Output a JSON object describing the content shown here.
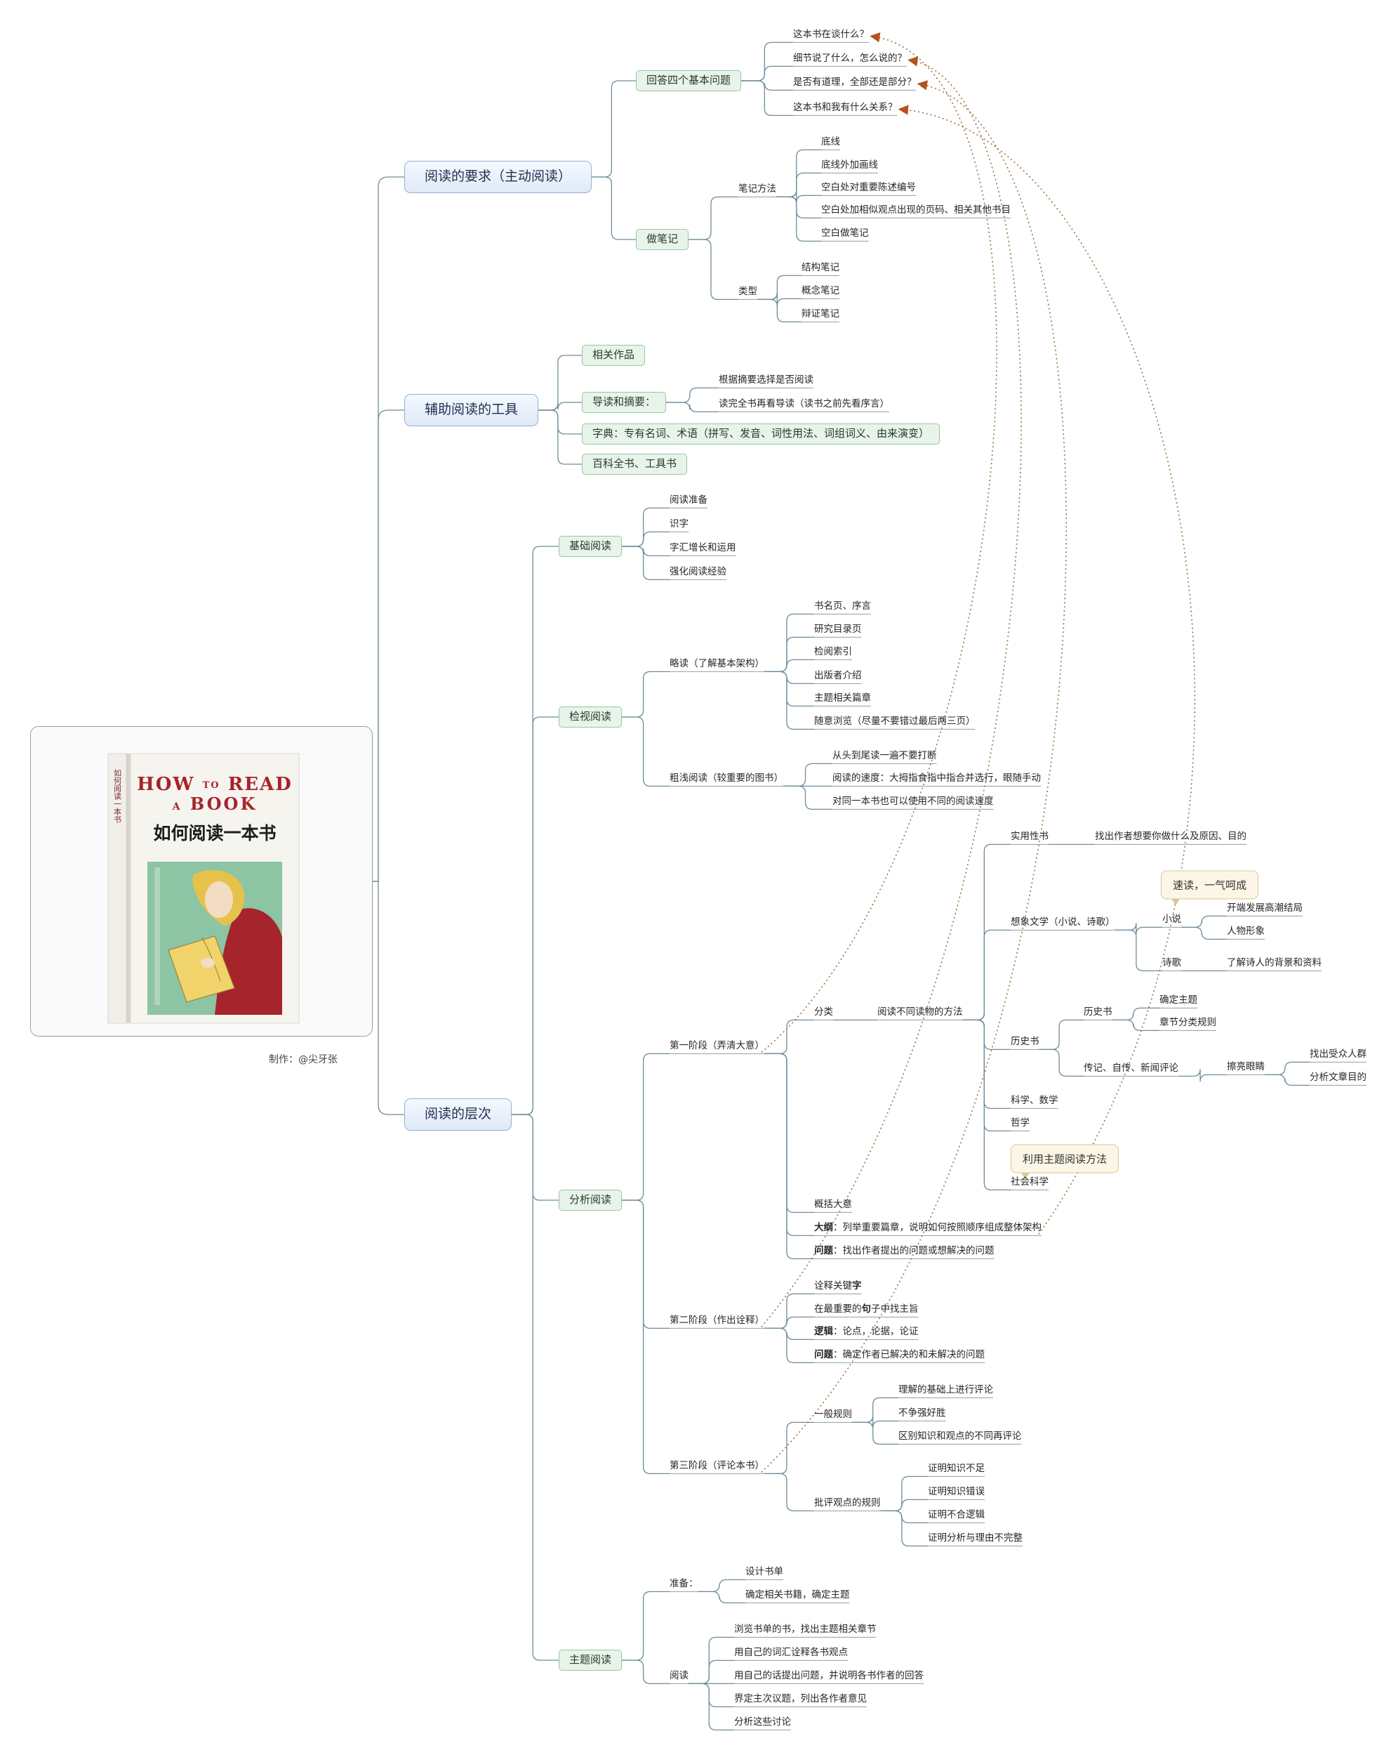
{
  "credit": "制作：@尖牙张",
  "book_cover": {
    "title_en_1": "HOW",
    "title_en_to": "TO",
    "title_en_2": "READ",
    "title_en_a": "A",
    "title_en_3": "BOOK",
    "title_cn": "如何阅读一本书",
    "spine_title": "如何阅读一本书"
  },
  "branches": {
    "req": {
      "label": "阅读的要求（主动阅读）",
      "q4": "回答四个基本问题",
      "q1": "这本书在谈什么？",
      "q2": "细节说了什么，怎么说的？",
      "q3": "是否有道理，全部还是部分？",
      "q4b": "这本书和我有什么关系？",
      "notes": "做笔记",
      "method": "笔记方法",
      "m1": "底线",
      "m2": "底线外加画线",
      "m3": "空白处对重要陈述编号",
      "m4": "空白处加相似观点出现的页码、相关其他书目",
      "m5": "空白做笔记",
      "type": "类型",
      "t1": "结构笔记",
      "t2": "概念笔记",
      "t3": "辩证笔记"
    },
    "tools": {
      "label": "辅助阅读的工具",
      "related": "相关作品",
      "guide": "导读和摘要：",
      "g1": "根据摘要选择是否阅读",
      "g2": "读完全书再看导读（读书之前先看序言）",
      "dict": "字典：专有名词、术语（拼写、发音、词性用法、词组词义、由来演变）",
      "ency": "百科全书、工具书"
    },
    "levels": {
      "label": "阅读的层次",
      "basic": "基础阅读",
      "b1": "阅读准备",
      "b2": "识字",
      "b3": "字汇增长和运用",
      "b4": "强化阅读经验",
      "inspect": "检视阅读",
      "skim": "略读（了解基本架构）",
      "s1": "书名页、序言",
      "s2": "研究目录页",
      "s3": "检阅索引",
      "s4": "出版者介绍",
      "s5": "主题相关篇章",
      "s6": "随意浏览（尽量不要错过最后两三页）",
      "rough": "粗浅阅读（较重要的图书）",
      "r1": "从头到尾读一遍不要打断",
      "r2": "阅读的速度：大拇指食指中指合并选行，眼随手动",
      "r3": "对同一本书也可以使用不同的阅读速度",
      "analytic": "分析阅读",
      "stage1": "第一阶段（弄清大意）",
      "classify": "分类",
      "methods": "阅读不同读物的方法",
      "practical": "实用性书",
      "practical_d": "找出作者想要你做什么及原因、目的",
      "imag": "想象文学（小说、诗歌）",
      "novel": "小说",
      "novel_callout": "速读，一气呵成",
      "n1": "开端发展高潮结局",
      "n2": "人物形象",
      "poem": "诗歌",
      "p1": "了解诗人的背景和资料",
      "history": "历史书",
      "hist_book": "历史书",
      "h1": "确定主题",
      "h2": "章节分类规则",
      "bio": "传记、自传、新闻评论",
      "eyes": "擦亮眼睛",
      "e1": "找出受众人群",
      "e2": "分析文章目的",
      "science": "科学、数学",
      "philo": "哲学",
      "social_callout": "利用主题阅读方法",
      "social": "社会科学",
      "summary": "概括大意",
      "outline_b": "大纲",
      "outline_r": "：列举重要篇章，说明如何按照顺序组成整体架构",
      "question_b": "问题",
      "question_r": "：找出作者提出的问题或想解决的问题",
      "stage2": "第二阶段（作出诠释）",
      "i1a": "诠释关键",
      "i1b": "字",
      "i2a": "在最重要的",
      "i2b": "句",
      "i2c": "子中找主旨",
      "i3b": "逻辑",
      "i3r": "：论点，论据，论证",
      "i4b": "问题",
      "i4r": "：确定作者已解决的和未解决的问题",
      "stage3": "第三阶段（评论本书）",
      "general": "一般规则",
      "gr1": "理解的基础上进行评论",
      "gr2": "不争强好胜",
      "gr3": "区别知识和观点的不同再评论",
      "critic": "批评观点的规则",
      "c1": "证明知识不足",
      "c2": "证明知识错误",
      "c3": "证明不合逻辑",
      "c4": "证明分析与理由不完整",
      "syntopic": "主题阅读",
      "prep": "准备：",
      "pr1": "设计书单",
      "pr2": "确定相关书籍，确定主题",
      "read": "阅读",
      "rd1": "浏览书单的书，找出主题相关章节",
      "rd2": "用自己的词汇诠释各书观点",
      "rd3": "用自己的话提出问题，并说明各书作者的回答",
      "rd4": "界定主次议题，列出各作者意见",
      "rd5": "分析这些讨论"
    }
  },
  "colors": {
    "branch_line": "#6f8c9a",
    "dotted_link": "#a0703a",
    "arrow_head": "#b5531f",
    "cover_red": "#a6242b",
    "cover_green": "#8cc4a4"
  }
}
